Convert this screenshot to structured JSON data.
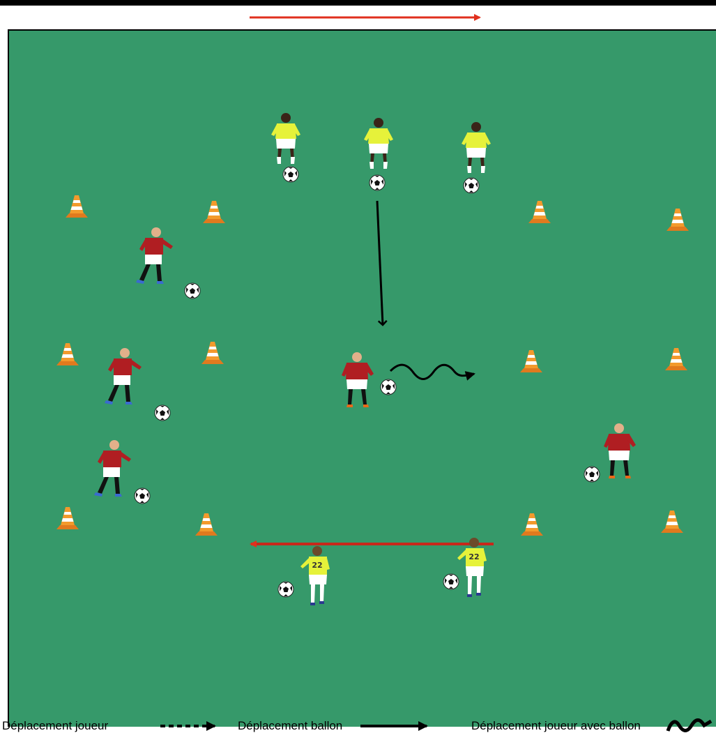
{
  "legend": {
    "player_move": "Déplacement joueur",
    "ball_move": "Déplacement ballon",
    "player_with_ball": "Déplacement joueur avec ballon"
  },
  "colors": {
    "field": "#36996a",
    "red_arrow": "#e0301e",
    "yellow_kit": "#e6f23a",
    "red_kit": "#b01e22",
    "cone": "#f39a2c"
  }
}
